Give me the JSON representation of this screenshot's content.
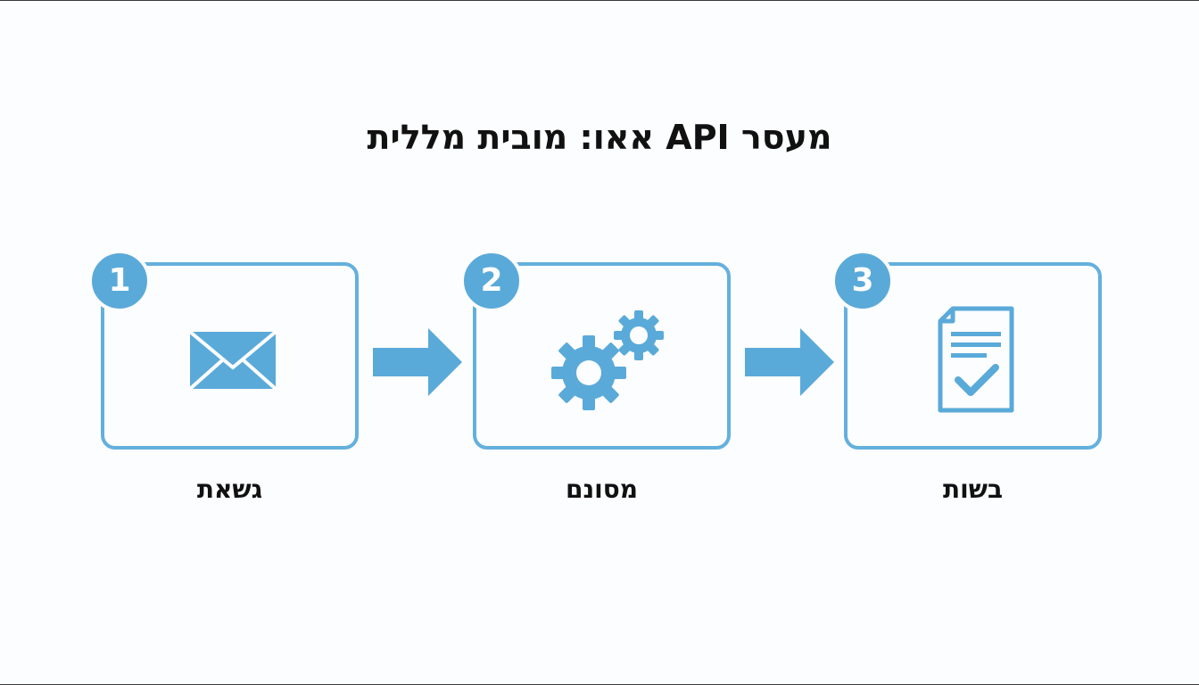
{
  "title": "מעסר API אאו: מובית מללית",
  "steps": [
    {
      "number": "1",
      "label": "גשאת",
      "icon": "envelope-icon"
    },
    {
      "number": "2",
      "label": "מסונם",
      "icon": "gears-icon"
    },
    {
      "number": "3",
      "label": "בשות",
      "icon": "document-check-icon"
    }
  ],
  "colors": {
    "accent": "#5aaad9",
    "border": "#64b0dd",
    "text": "#111111",
    "background": "#fcfdfe"
  }
}
